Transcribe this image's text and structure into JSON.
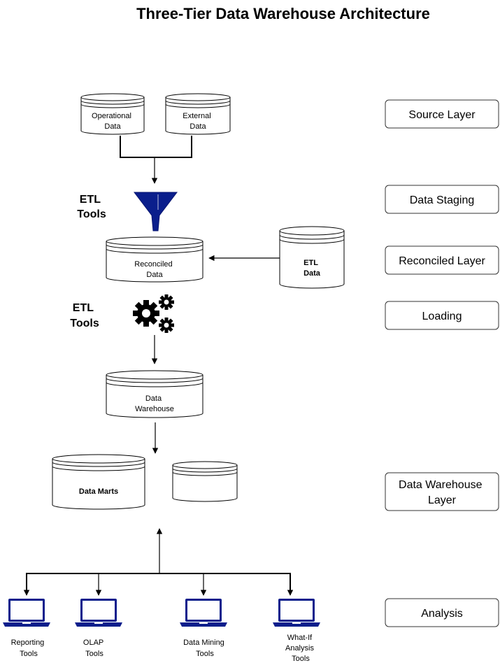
{
  "title": "Three-Tier Data Warehouse Architecture",
  "sources": {
    "operational": [
      "Operational",
      "Data"
    ],
    "external": [
      "External",
      "Data"
    ]
  },
  "etl_top": [
    "ETL",
    "Tools"
  ],
  "etl_bottom": [
    "ETL",
    "Tools"
  ],
  "reconciled": [
    "Reconciled",
    "Data"
  ],
  "etl_data": [
    "ETL",
    "Data"
  ],
  "warehouse": [
    "Data",
    "Warehouse"
  ],
  "data_marts": "Data Marts",
  "tools": [
    [
      "Reporting",
      "Tools"
    ],
    [
      "OLAP",
      "Tools"
    ],
    [
      "Data Mining",
      "Tools"
    ],
    [
      "What-If",
      "Analysis",
      "Tools"
    ]
  ],
  "layers": {
    "source": "Source Layer",
    "staging": "Data Staging",
    "reconciled": "Reconciled Layer",
    "loading": "Loading",
    "warehouse": [
      "Data Warehouse",
      "Layer"
    ],
    "analysis": "Analysis"
  },
  "colors": {
    "accent": "#0a1e8c",
    "line": "#000000",
    "box_border": "#333333"
  },
  "icons": {
    "funnel": "funnel-icon",
    "gears": "gears-icon",
    "laptop": "laptop-icon"
  }
}
